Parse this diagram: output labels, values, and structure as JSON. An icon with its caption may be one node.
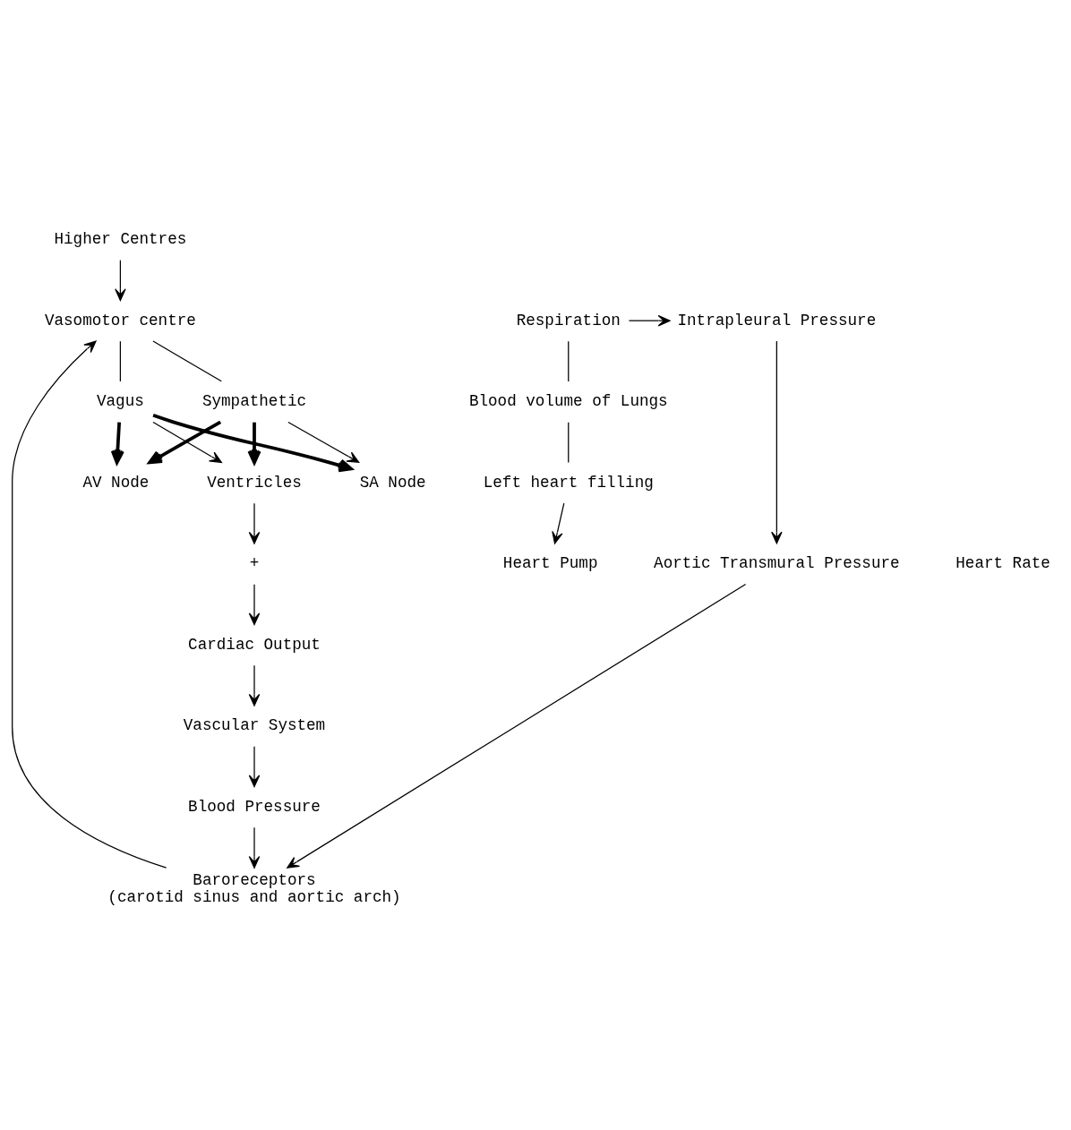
{
  "diagram": {
    "nodes": [
      {
        "text": [
          "Higher Centres"
        ]
      },
      {
        "text": [
          "Vasomotor centre"
        ]
      },
      {
        "text": [
          "Vagus"
        ]
      },
      {
        "text": [
          "Sympathetic"
        ]
      },
      {
        "text": [
          "SA Node"
        ]
      },
      {
        "text": [
          "AV Node"
        ]
      },
      {
        "text": [
          "Ventricles"
        ]
      },
      {
        "text": [
          "Heart Rate"
        ]
      },
      {
        "text": [
          "+"
        ]
      },
      {
        "text": [
          "Heart Pump"
        ]
      },
      {
        "text": [
          "Cardiac Output"
        ]
      },
      {
        "text": [
          "Vascular System"
        ]
      },
      {
        "text": [
          "Blood Pressure"
        ]
      },
      {
        "text": [
          "Baroreceptors",
          "(carotid sinus and aortic arch)"
        ]
      },
      {
        "text": [
          "Aortic Transmural Pressure"
        ]
      },
      {
        "text": [
          "Intrapleural Pressure"
        ]
      },
      {
        "text": [
          "Respiration"
        ]
      },
      {
        "text": [
          "Blood volume of Lungs"
        ]
      },
      {
        "text": [
          "Left heart filling"
        ]
      }
    ],
    "edges": [
      {
        "from": 0,
        "to": 1,
        "arrow": "to"
      },
      {
        "from": 1,
        "to": 2,
        "arrow": "none"
      },
      {
        "from": 1,
        "to": 3,
        "arrow": "none"
      },
      {
        "from": 2,
        "to": 4,
        "arrow": "to",
        "style": "thick"
      },
      {
        "from": 2,
        "to": 5,
        "arrow": "to",
        "style": "thick"
      },
      {
        "from": 2,
        "to": 6,
        "arrow": "to"
      },
      {
        "from": 3,
        "to": 4,
        "arrow": "to"
      },
      {
        "from": 3,
        "to": 5,
        "arrow": "to",
        "style": "thick"
      },
      {
        "from": 3,
        "to": 6,
        "arrow": "to",
        "style": "thick"
      },
      {
        "from": 6,
        "to": 8,
        "arrow": "to"
      },
      {
        "from": 8,
        "to": 10,
        "arrow": "to"
      },
      {
        "from": 10,
        "to": 11,
        "arrow": "to"
      },
      {
        "from": 11,
        "to": 12,
        "arrow": "to"
      },
      {
        "from": 12,
        "to": 13,
        "arrow": "to"
      },
      {
        "from": 14,
        "to": 13,
        "arrow": "to"
      },
      {
        "from": 15,
        "to": 14,
        "arrow": "to"
      },
      {
        "from": 16,
        "to": 15,
        "arrow": "to"
      },
      {
        "from": 16,
        "to": 17,
        "arrow": "none"
      },
      {
        "from": 17,
        "to": 18,
        "arrow": "none"
      },
      {
        "from": 18,
        "to": 9,
        "arrow": "to"
      },
      {
        "from": 13,
        "to": 1,
        "arrow": "to"
      }
    ]
  }
}
